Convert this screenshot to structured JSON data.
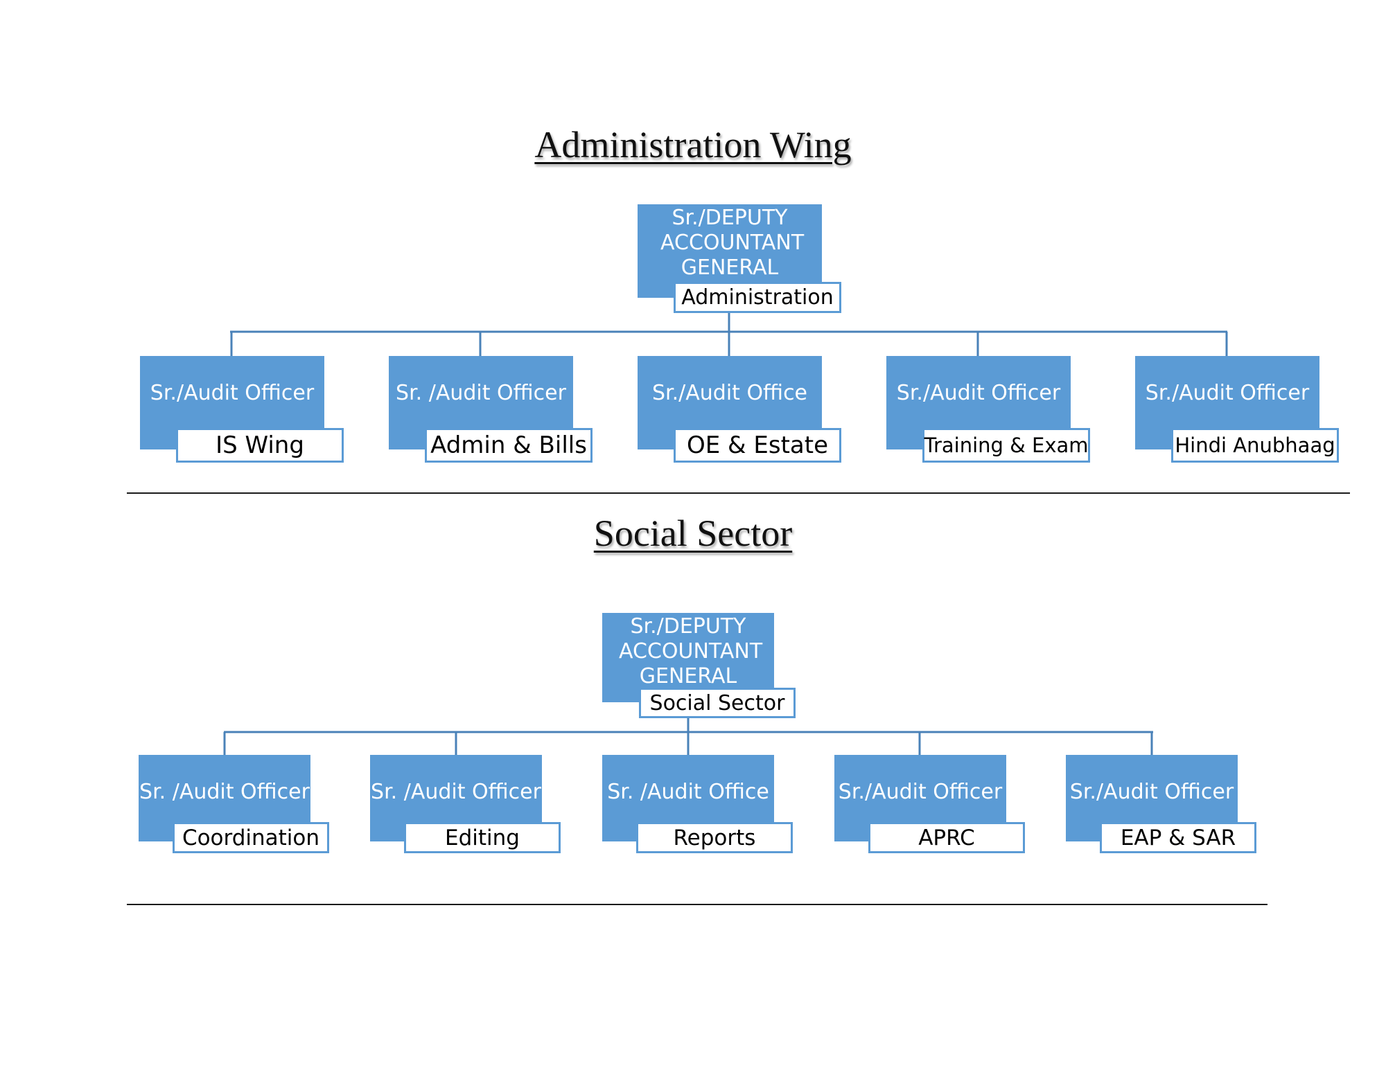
{
  "admin": {
    "title": "Administration Wing",
    "head": {
      "role": "Sr./DEPUTY ACCOUNTANT GENERAL",
      "unit": "Administration"
    },
    "children": [
      {
        "role": "Sr./Audit Officer",
        "unit": "IS Wing"
      },
      {
        "role": "Sr. /Audit Officer",
        "unit": "Admin & Bills"
      },
      {
        "role": "Sr./Audit Office",
        "unit": "OE & Estate"
      },
      {
        "role": "Sr./Audit Officer",
        "unit": "Training & Exam"
      },
      {
        "role": "Sr./Audit Officer",
        "unit": "Hindi Anubhaag"
      }
    ]
  },
  "social": {
    "title": "Social Sector",
    "head": {
      "role": "Sr./DEPUTY ACCOUNTANT GENERAL",
      "unit": "Social Sector"
    },
    "children": [
      {
        "role": "Sr. /Audit Officer",
        "unit": "Coordination"
      },
      {
        "role": "Sr. /Audit Officer",
        "unit": "Editing"
      },
      {
        "role": "Sr. /Audit Office",
        "unit": "Reports"
      },
      {
        "role": "Sr./Audit Officer",
        "unit": "APRC"
      },
      {
        "role": "Sr./Audit Officer",
        "unit": "EAP & SAR"
      }
    ]
  },
  "colors": {
    "box_fill": "#5b9bd5",
    "connector": "#4a82b8",
    "tag_border": "#5b9bd5",
    "rule": "#1a1a1a"
  }
}
